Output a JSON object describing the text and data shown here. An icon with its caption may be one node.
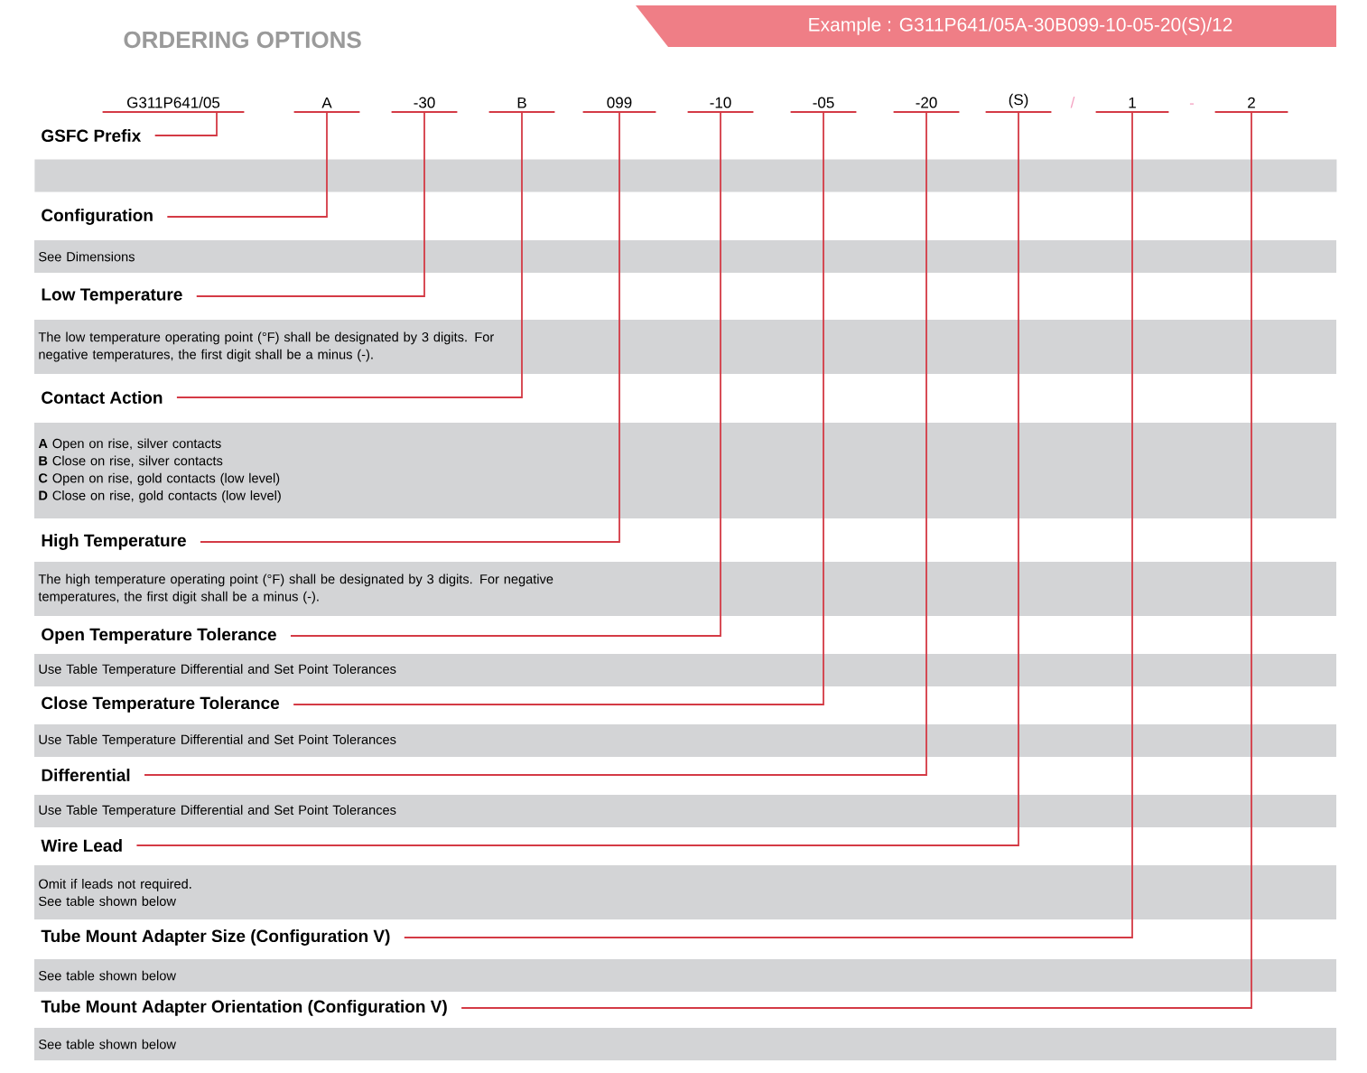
{
  "diagram": {
    "title": "ORDERING OPTIONS",
    "nodes": [
      {
        "text": [
          "Example : G311P641/05A-30B099-10-05-20(S)/12"
        ]
      },
      {
        "text": [
          "G311P641/05"
        ]
      },
      {
        "text": [
          "A"
        ]
      },
      {
        "text": [
          "-30"
        ]
      },
      {
        "text": [
          "B"
        ]
      },
      {
        "text": [
          "099"
        ]
      },
      {
        "text": [
          "-10"
        ]
      },
      {
        "text": [
          "-05"
        ]
      },
      {
        "text": [
          "-20"
        ]
      },
      {
        "text": [
          "(S)"
        ]
      },
      {
        "text": [
          "1"
        ]
      },
      {
        "text": [
          "2"
        ]
      },
      {
        "text": [
          "GSFC Prefix"
        ]
      },
      {
        "text": [],
        "shape": "band"
      },
      {
        "text": [
          "Configuration"
        ]
      },
      {
        "text": [
          "See Dimensions"
        ]
      },
      {
        "text": [
          "Low Temperature"
        ]
      },
      {
        "text": [
          "The low temperature operating point (°F) shall be designated by 3 digits. For negative temperatures, the first digit shall be a minus (-)."
        ]
      },
      {
        "text": [
          "Contact Action"
        ]
      },
      {
        "text": [
          "**A** Open on rise, silver contacts",
          "**B** Close on rise, silver contacts",
          "**C** Open on rise, gold contacts (low level)",
          "**D** Close on rise, gold contacts (low level)"
        ]
      },
      {
        "text": [
          "High Temperature"
        ]
      },
      {
        "text": [
          "The high temperature operating point (°F) shall be designated by 3 digits. For negative temperatures, the first digit shall be a minus (-)."
        ]
      },
      {
        "text": [
          "Open Temperature Tolerance"
        ]
      },
      {
        "text": [
          "Use Table Temperature Differential and Set Point Tolerances"
        ]
      },
      {
        "text": [
          "Close Temperature Tolerance"
        ]
      },
      {
        "text": [
          "Use Table Temperature Differential and Set Point Tolerances"
        ]
      },
      {
        "text": [
          "Differential"
        ]
      },
      {
        "text": [
          "Use Table Temperature Differential and Set Point Tolerances"
        ]
      },
      {
        "text": [
          "Wire Lead"
        ]
      },
      {
        "text": [
          "Omit if leads not required.",
          "See table shown below"
        ]
      },
      {
        "text": [
          "Tube Mount Adapter Size (Configuration V)"
        ]
      },
      {
        "text": [
          "See table shown below"
        ]
      },
      {
        "text": [
          "Tube Mount Adapter Orientation (Configuration V)"
        ]
      },
      {
        "text": [
          "See table shown below"
        ]
      }
    ],
    "edges": [
      {
        "from": 1,
        "to": 12,
        "arrow": "none"
      },
      {
        "from": 2,
        "to": 14,
        "arrow": "none"
      },
      {
        "from": 3,
        "to": 16,
        "arrow": "none"
      },
      {
        "from": 4,
        "to": 18,
        "arrow": "none"
      },
      {
        "from": 5,
        "to": 20,
        "arrow": "none"
      },
      {
        "from": 6,
        "to": 22,
        "arrow": "none"
      },
      {
        "from": 7,
        "to": 24,
        "arrow": "none"
      },
      {
        "from": 8,
        "to": 26,
        "arrow": "none"
      },
      {
        "from": 9,
        "to": 28,
        "arrow": "none"
      },
      {
        "from": 10,
        "to": 30,
        "arrow": "none"
      },
      {
        "from": 11,
        "to": 32,
        "arrow": "none"
      }
    ],
    "labels": [
      "/",
      "-"
    ]
  }
}
